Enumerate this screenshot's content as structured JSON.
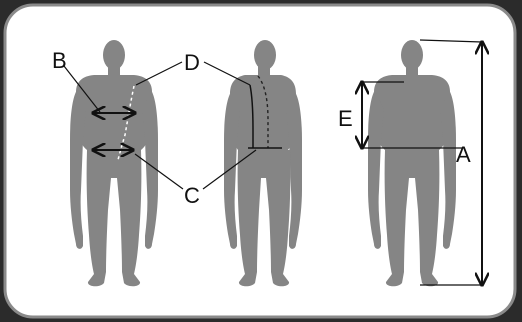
{
  "colors": {
    "outer_background": "#2b2b2b",
    "panel_background": "#ffffff",
    "panel_border": "#8a8a8a",
    "figure": "#858585",
    "ink": "#111111",
    "guide_dashed": "#ffffff"
  },
  "figures": [
    {
      "id": "front-left"
    },
    {
      "id": "side-middle"
    },
    {
      "id": "front-right"
    }
  ],
  "labels": {
    "a": "A",
    "b": "B",
    "c": "C",
    "d": "D",
    "e": "E"
  }
}
